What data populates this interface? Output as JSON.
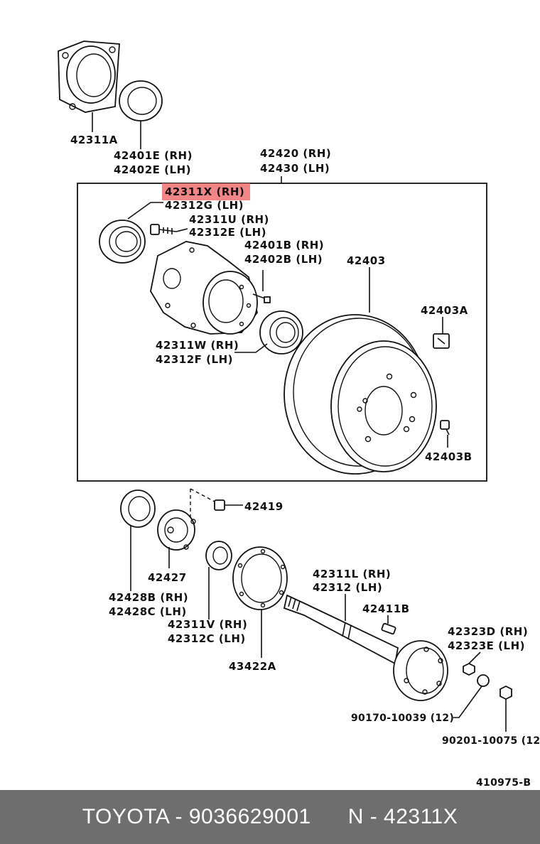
{
  "labels": {
    "p42311A": "42311A",
    "p42401E": "42401E (RH)",
    "p42402E": "42402E (LH)",
    "p42420": "42420 (RH)",
    "p42430": "42430 (LH)",
    "p42311X": "42311X (RH)",
    "p42312G": "42312G (LH)",
    "p42311U": "42311U (RH)",
    "p42312E": "42312E (LH)",
    "p42401B": "42401B (RH)",
    "p42402B": "42402B (LH)",
    "p42403": "42403",
    "p42403A": "42403A",
    "p42311W": "42311W (RH)",
    "p42312F": "42312F (LH)",
    "p42403B": "42403B",
    "p42419": "42419",
    "p42427": "42427",
    "p42428B": "42428B (RH)",
    "p42428C": "42428C (LH)",
    "p42311V": "42311V (RH)",
    "p42312C": "42312C (LH)",
    "p42311L": "42311L (RH)",
    "p42312": "42312   (LH)",
    "p42411B": "42411B",
    "p43422A": "43422A",
    "p42323D": "42323D (RH)",
    "p42323E": "42323E (LH)",
    "p90170": "90170-10039 (12)",
    "p90201": "90201-10075 (12)",
    "ref": "410975-B"
  },
  "highlight": {
    "color": "#f07070",
    "part": "42311X (RH)"
  },
  "footer": {
    "brand_part": "TOYOTA - 9036629001",
    "oem": "N - 42311X",
    "background": "#6e6e6e"
  }
}
